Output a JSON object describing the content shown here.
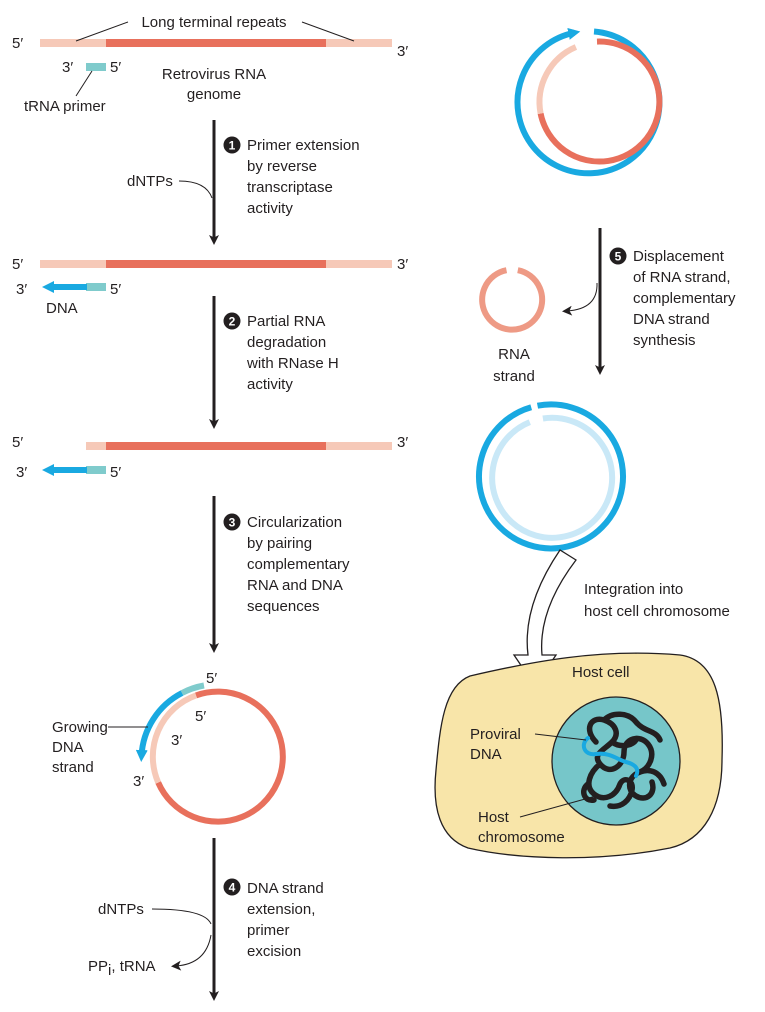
{
  "colors": {
    "rna": "#e8705c",
    "ltr": "#f6c9b8",
    "dna": "#19a9e1",
    "dna_light": "#c9e8f7",
    "primer": "#7fcbcc",
    "arrow": "#231f20",
    "host_cell": "#f8e5a9",
    "nucleus": "#76c6c9"
  },
  "labels": {
    "ltr": "Long terminal repeats",
    "five_prime": "5′",
    "three_prime": "3′",
    "trna_primer": "tRNA primer",
    "genome_line1": "Retrovirus RNA",
    "genome_line2": "genome",
    "dna": "DNA",
    "dntps": "dNTPs",
    "growing_line1": "Growing",
    "growing_line2": "DNA",
    "growing_line3": "strand",
    "ppi_main": "PP",
    "ppi_sub": "i",
    "ppi_rest": ", tRNA",
    "rna_strand_line1": "RNA",
    "rna_strand_line2": "strand",
    "integration_line1": "Integration into",
    "integration_line2": "host cell chromosome",
    "host_cell": "Host cell",
    "proviral_line1": "Proviral",
    "proviral_line2": "DNA",
    "host_chrom_line1": "Host",
    "host_chrom_line2": "chromosome"
  },
  "steps": [
    {
      "number": "1",
      "lines": [
        "Primer extension",
        "by reverse",
        "transcriptase",
        "activity"
      ]
    },
    {
      "number": "2",
      "lines": [
        "Partial RNA",
        "degradation",
        "with RNase H",
        "activity"
      ]
    },
    {
      "number": "3",
      "lines": [
        "Circularization",
        "by pairing",
        "complementary",
        "RNA and DNA",
        "sequences"
      ]
    },
    {
      "number": "4",
      "lines": [
        "DNA strand",
        "extension,",
        "primer",
        "excision"
      ]
    },
    {
      "number": "5",
      "lines": [
        "Displacement",
        "of RNA strand,",
        "complementary",
        "DNA strand",
        "synthesis"
      ]
    }
  ]
}
